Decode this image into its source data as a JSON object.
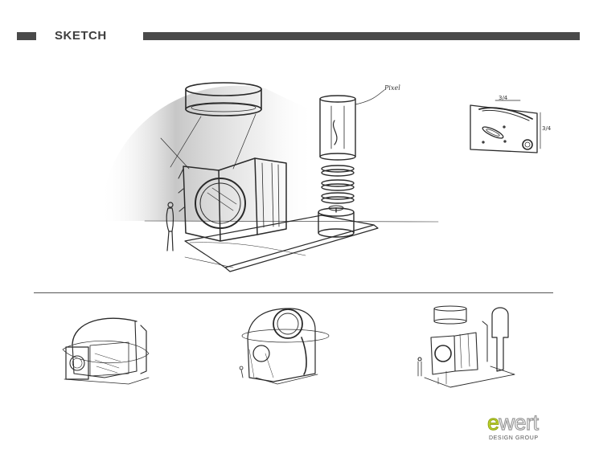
{
  "header": {
    "title": "SKETCH"
  },
  "main_sketch": {
    "annotation": "Pixel"
  },
  "detail_sketch": {
    "dimension_top": "3/4",
    "dimension_side": "3/4"
  },
  "logo": {
    "wordmark_e": "e",
    "wordmark_rest": "wert",
    "tagline": "DESIGN GROUP",
    "brand_color": "#c2d82a"
  },
  "colors": {
    "header_bar": "#4a4a4a",
    "ink": "#2a2a2a"
  }
}
